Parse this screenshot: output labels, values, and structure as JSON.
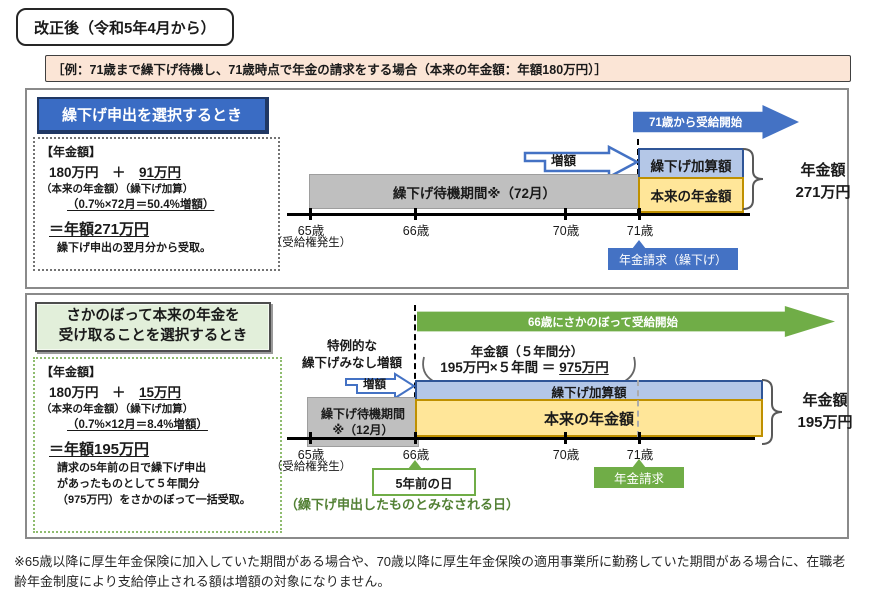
{
  "title": "改正後（令和5年4月から）",
  "example_header": "［例：71歳まで繰下げ待機し、71歳時点で年金の請求をする場合（本来の年金額：年額180万円）］",
  "panel1": {
    "header": "繰下げ申出を選択するとき",
    "calc": {
      "title": "【年金額】",
      "base": "180万円　＋　",
      "add": "91万円",
      "labels": "（本来の年金額）（繰下げ加算）",
      "rate": "（0.7%×72月＝50.4%増額）",
      "total": "＝年額271万円",
      "note1": "繰下げ申出の翌月分から受取。"
    },
    "start_arrow": "71歳から受給開始",
    "increase_label": "増額",
    "wait_bar": "繰下げ待機期間※（72月）",
    "addition_bar": "繰下げ加算額",
    "base_bar": "本来の年金額",
    "total_label_1": "年金額",
    "total_label_2": "271万円",
    "ticks": [
      "65歳",
      "66歳",
      "70歳",
      "71歳"
    ],
    "tick65_sub": "（受給権発生）",
    "request_label": "年金請求（繰下げ）"
  },
  "panel2": {
    "header1": "さかのぼって本来の年金を",
    "header2": "受け取ることを選択するとき",
    "calc": {
      "title": "【年金額】",
      "base": "180万円　＋　",
      "add": "15万円",
      "labels": "（本来の年金額）（繰下げ加算）",
      "rate": "（0.7%×12月＝8.4%増額）",
      "total": "＝年額195万円",
      "note1": "請求の5年前の日で繰下げ申出",
      "note2": "があったものとして５年間分",
      "note3": "（975万円）をさかのぼって一括受取。"
    },
    "start_arrow": "66歳にさかのぼって受給開始",
    "special1": "特例的な",
    "special2": "繰下げみなし増額",
    "increase_label": "増額",
    "amount_title": "年金額（５年間分）",
    "amount_formula": "195万円×５年間 ＝ ",
    "amount_total": "975万円",
    "wait_bar1": "繰下げ待機期間",
    "wait_bar2": "※（12月）",
    "addition_bar": "繰下げ加算額",
    "base_bar": "本来の年金額",
    "total_label_1": "年金額",
    "total_label_2": "195万円",
    "ticks": [
      "65歳",
      "66歳",
      "70歳",
      "71歳"
    ],
    "tick65_sub": "（受給権発生）",
    "five_years_ago": "5年前の日",
    "deemed_note": "（繰下げ申出したものとみなされる日）",
    "request_label": "年金請求"
  },
  "footnote": "※65歳以降に厚生年金保険に加入していた期間がある場合や、70歳以降に厚生年金保険の適用事業所に勤務していた期間がある場合に、在職老齢年金制度により支給停止される額は増額の対象になりません。",
  "colors": {
    "accent_blue": "#4472C4",
    "header_blue": "#3A6CC4",
    "light_blue": "#B4C7E7",
    "yellow": "#FFE699",
    "gray_bar": "#BFBFBF",
    "green": "#70AD47",
    "light_green": "#E2EFDA",
    "peach": "#FBE5D6",
    "green_text": "#538135"
  }
}
